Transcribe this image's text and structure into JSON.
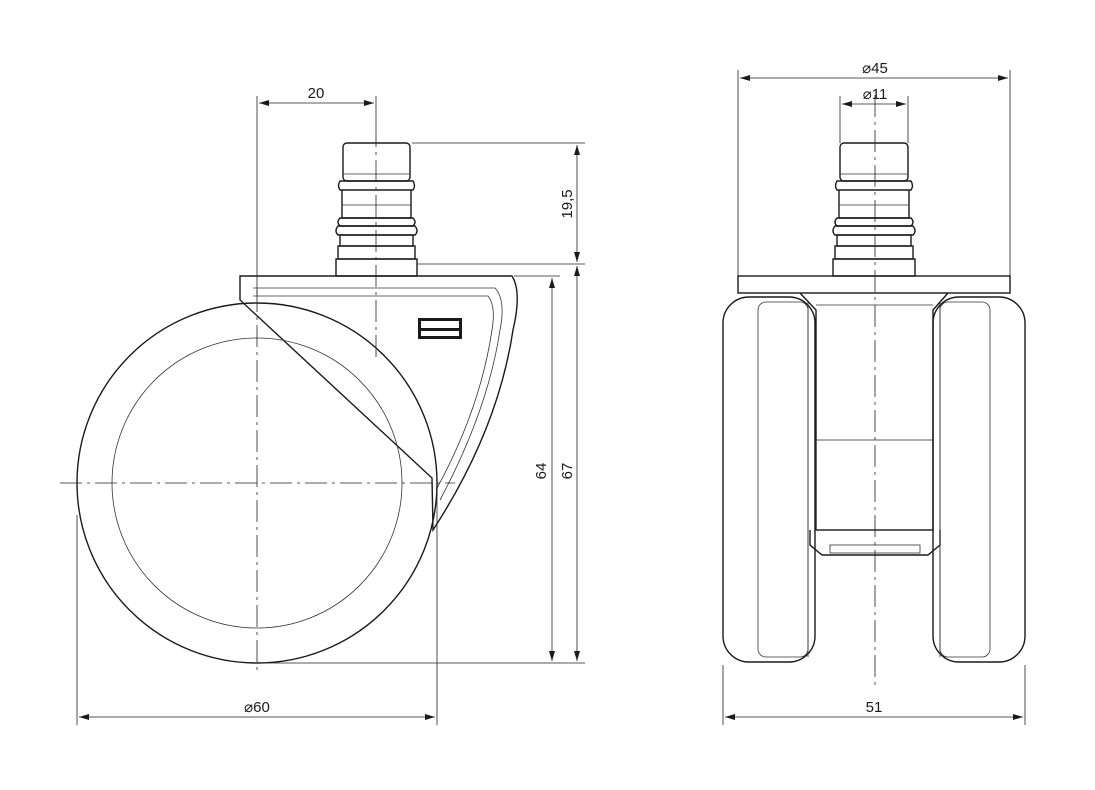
{
  "dimensions": {
    "stem_offset": "20",
    "stem_height": "19,5",
    "height_inner": "64",
    "height_total": "67",
    "wheel_diameter": "⌀60",
    "plate_diameter": "⌀45",
    "stem_diameter": "⌀11",
    "overall_width": "51"
  },
  "colors": {
    "line": "#1a1a1a",
    "background": "#ffffff"
  }
}
